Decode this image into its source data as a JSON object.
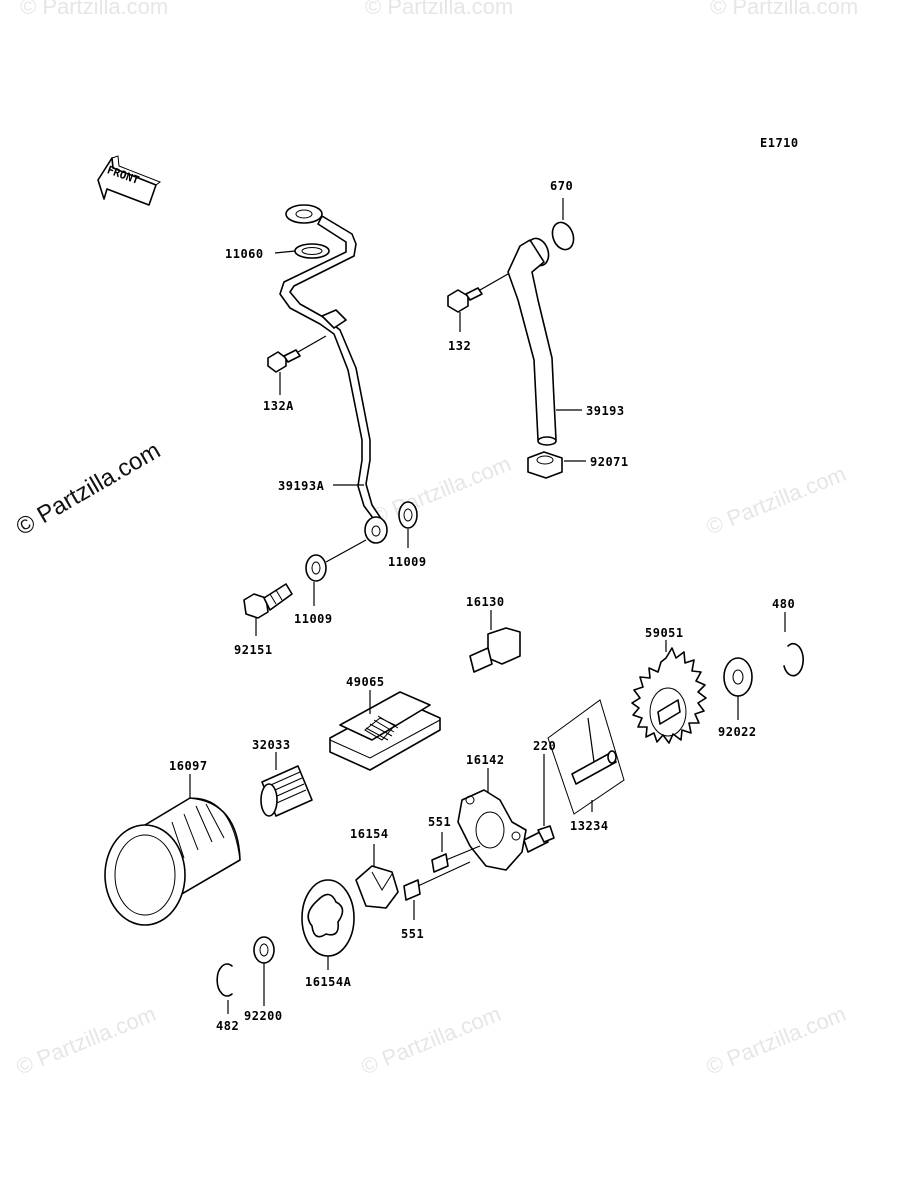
{
  "diagram": {
    "code": "E1710",
    "front_label": "FRONT",
    "watermark": "© Partzilla.com",
    "watermark_big": "© Partzilla.com",
    "parts": {
      "p11060": "11060",
      "p670": "670",
      "p132": "132",
      "p132A": "132A",
      "p39193": "39193",
      "p92071": "92071",
      "p39193A": "39193A",
      "p11009a": "11009",
      "p11009b": "11009",
      "p92151": "92151",
      "p16130": "16130",
      "p480": "480",
      "p59051": "59051",
      "p49065": "49065",
      "p92022": "92022",
      "p16097": "16097",
      "p32033": "32033",
      "p220": "220",
      "p16142": "16142",
      "p13234": "13234",
      "p551a": "551",
      "p551b": "551",
      "p16154": "16154",
      "p16154A": "16154A",
      "p92200": "92200",
      "p482": "482"
    }
  }
}
